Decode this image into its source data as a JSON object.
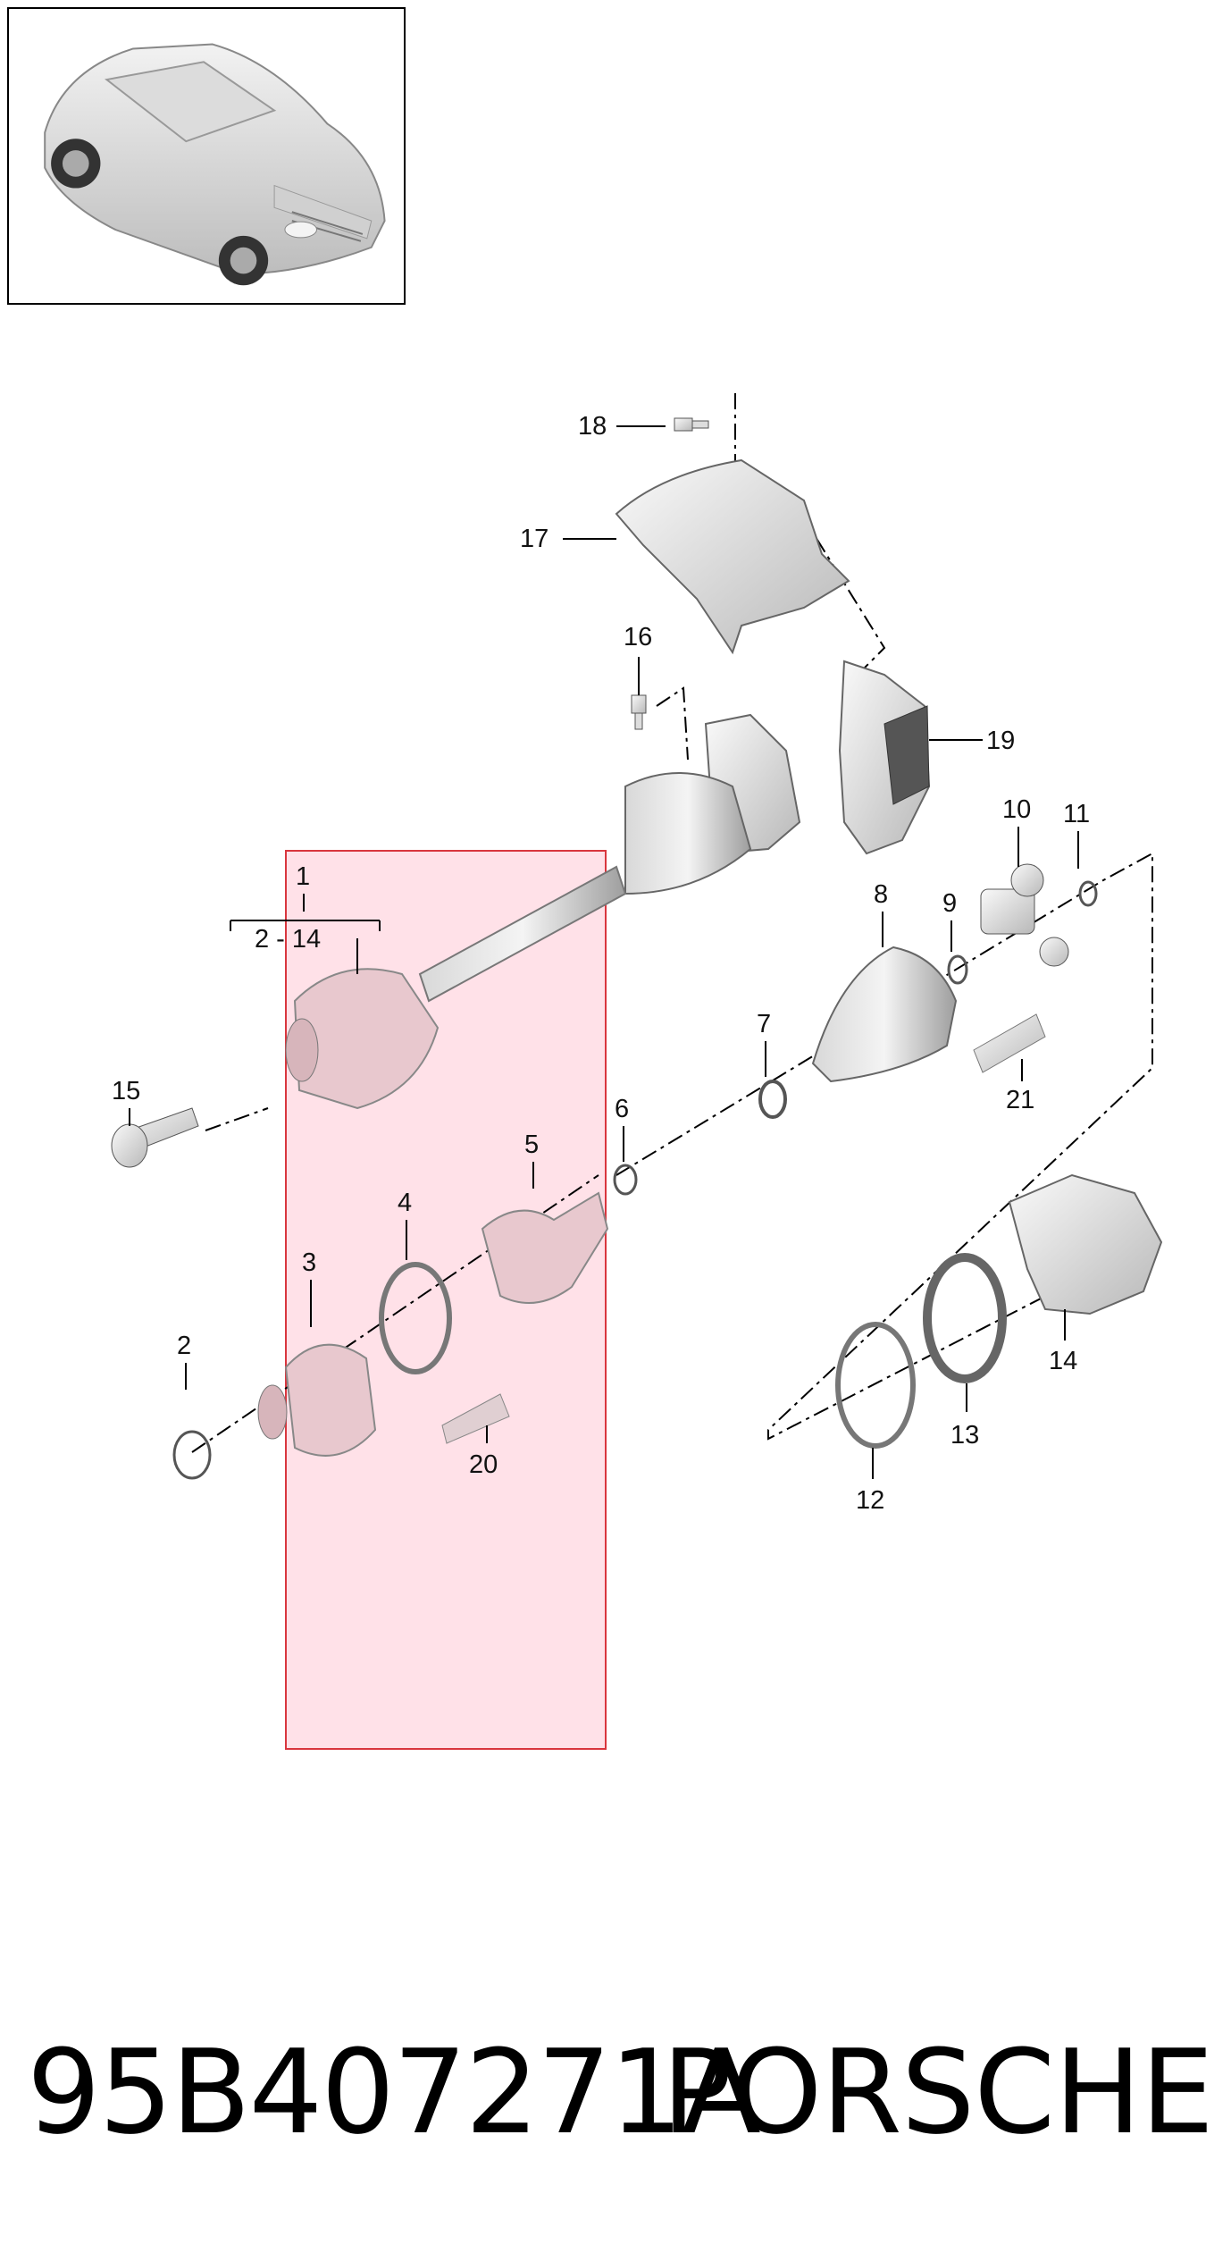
{
  "vehicle_thumbnail": {
    "icon": "suv-car-icon"
  },
  "callouts": {
    "c1": "1",
    "c2_14": "2 - 14",
    "c2": "2",
    "c3": "3",
    "c4": "4",
    "c5": "5",
    "c6": "6",
    "c7": "7",
    "c8": "8",
    "c9": "9",
    "c10": "10",
    "c11": "11",
    "c12": "12",
    "c13": "13",
    "c14": "14",
    "c14b": "14",
    "c15": "15",
    "c16": "16",
    "c17": "17",
    "c18": "18",
    "c19": "19",
    "c20": "20",
    "c21": "21"
  },
  "highlight": {
    "color": "#ffe1e8",
    "border": "#d9363e"
  },
  "footer": {
    "part_number": "95B407271A",
    "brand": "PORSCHE"
  }
}
